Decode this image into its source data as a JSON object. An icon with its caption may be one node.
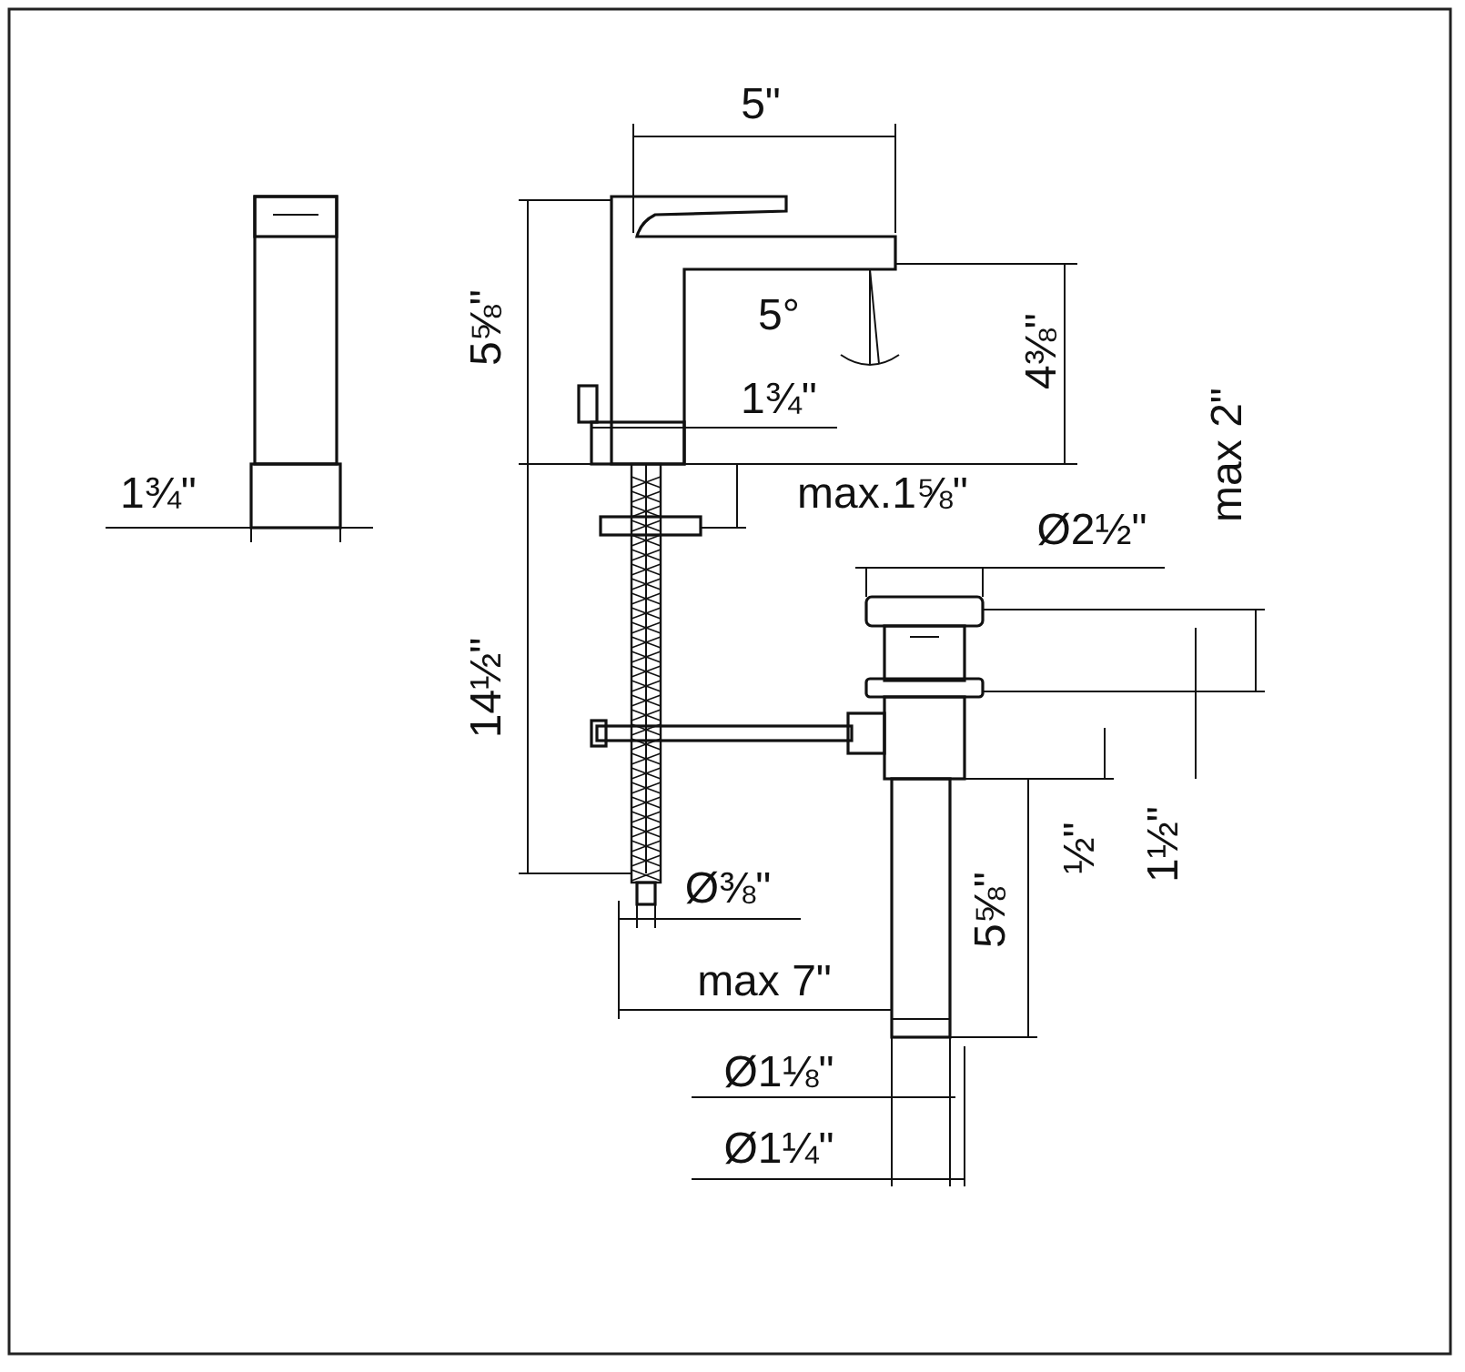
{
  "diagram": {
    "labels": [
      "5\"",
      "5⅝\"",
      "5°",
      "1¾\"",
      "4⅜\"",
      "max 2\"",
      "1¾\"",
      "max.1⅝\"",
      "Ø2½\"",
      "14½\"",
      "½\"",
      "1½\"",
      "5⅝\"",
      "Ø⅜\"",
      "max 7\"",
      "Ø1⅛\"",
      "Ø1¼\""
    ]
  }
}
